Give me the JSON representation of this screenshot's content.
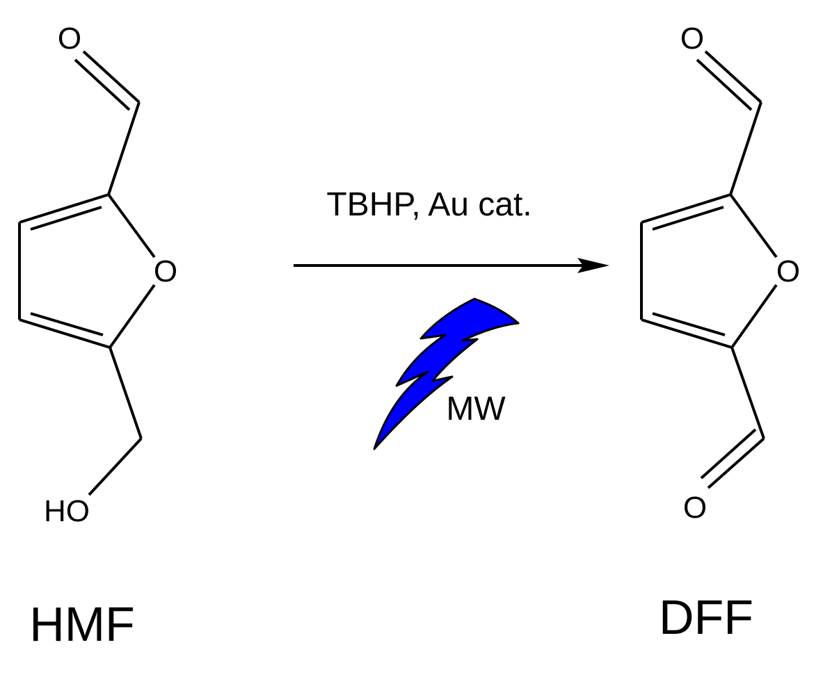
{
  "reactant": {
    "name": "HMF",
    "atom_labels": {
      "aldehyde_o": "O",
      "ring_o": "O",
      "hydroxyl": "HO"
    }
  },
  "product": {
    "name": "DFF",
    "atom_labels": {
      "aldehyde_o_top": "O",
      "ring_o": "O",
      "aldehyde_o_bottom": "O"
    }
  },
  "reaction": {
    "conditions_above": "TBHP, Au cat.",
    "conditions_below": "MW",
    "colors": {
      "lightning": "#0000ff",
      "lines": "#000000"
    },
    "icon": "lightning-bolt-icon"
  }
}
